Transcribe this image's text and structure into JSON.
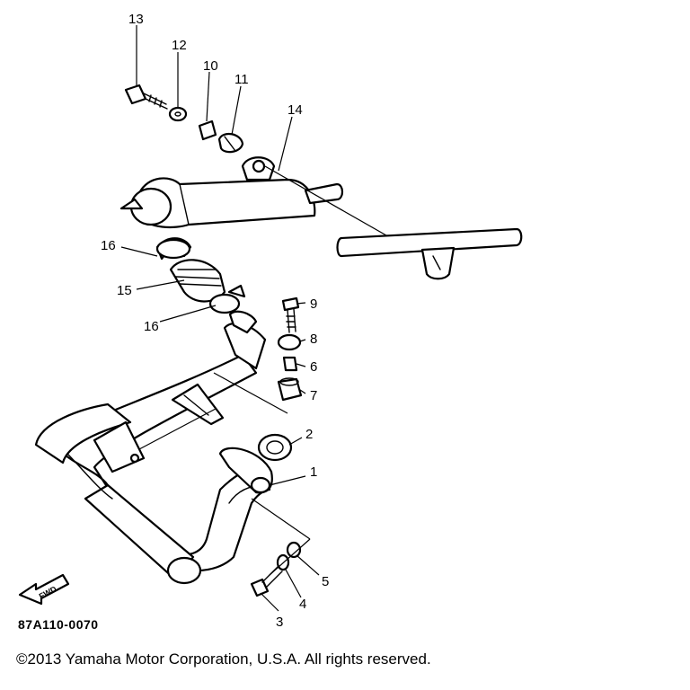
{
  "diagram": {
    "callouts": {
      "n1": "1",
      "n2": "2",
      "n3": "3",
      "n4": "4",
      "n5": "5",
      "n6": "6",
      "n7": "7",
      "n8": "8",
      "n9": "9",
      "n10": "10",
      "n11": "11",
      "n12": "12",
      "n13": "13",
      "n14": "14",
      "n15": "15",
      "n16a": "16",
      "n16b": "16"
    },
    "direction_marker": "FWD",
    "drawing_code": "87A110-0070"
  },
  "footer": {
    "copyright": "©2013 Yamaha Motor Corporation, U.S.A. All rights reserved."
  }
}
